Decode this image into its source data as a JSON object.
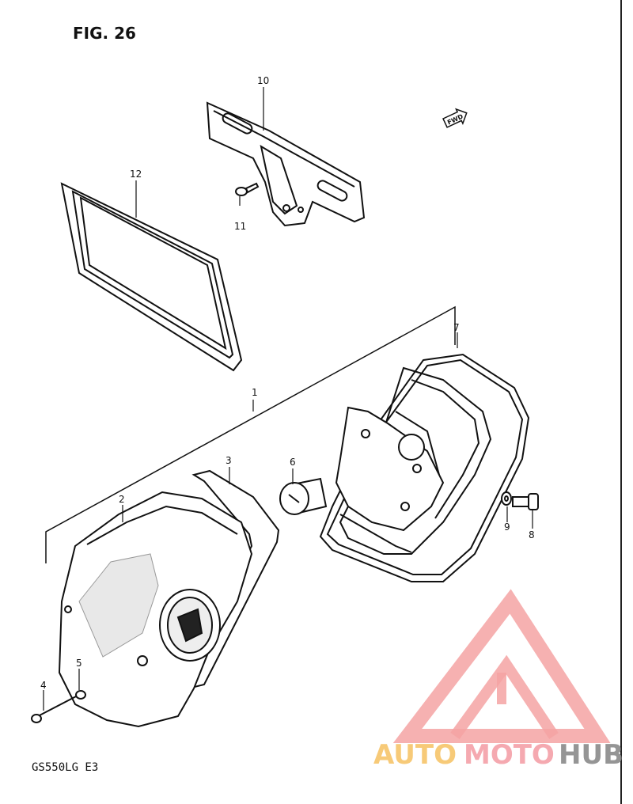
{
  "figure": {
    "title": "FIG. 26",
    "model_code": "GS550LG  E3",
    "fwd_label": "FWD"
  },
  "callouts": [
    {
      "id": "1",
      "part": "tail-lamp-assembly"
    },
    {
      "id": "2",
      "part": "lens"
    },
    {
      "id": "3",
      "part": "lens-gasket"
    },
    {
      "id": "4",
      "part": "lens-screw"
    },
    {
      "id": "5",
      "part": "washer"
    },
    {
      "id": "6",
      "part": "bulb"
    },
    {
      "id": "7",
      "part": "housing-gasket"
    },
    {
      "id": "8",
      "part": "mounting-bolt"
    },
    {
      "id": "9",
      "part": "washer"
    },
    {
      "id": "10",
      "part": "license-plate-bracket"
    },
    {
      "id": "11",
      "part": "bracket-screw"
    },
    {
      "id": "12",
      "part": "plate-frame"
    }
  ],
  "watermark": {
    "text_auto": "AUTO",
    "text_moto": "MOTO",
    "text_hub": "HUB",
    "colors": {
      "accent": "#f5a3a3",
      "orange": "#f7c56a",
      "pink": "#f4a0a8",
      "gray": "#8a8a8a"
    }
  }
}
